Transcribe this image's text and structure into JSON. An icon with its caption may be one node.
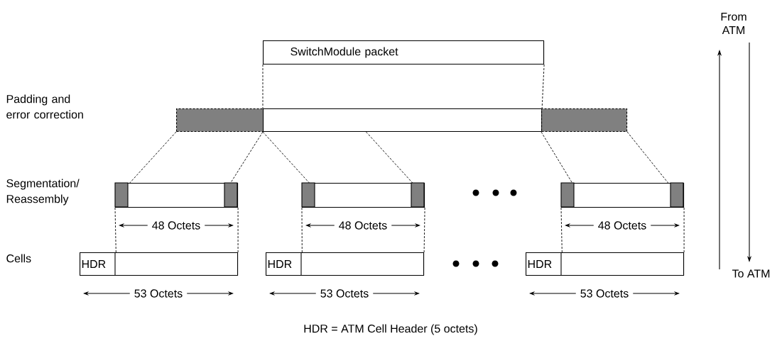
{
  "diagram": {
    "nodes": [
      {
        "text": [
          "SwitchModule packet"
        ]
      },
      {
        "text": [],
        "shape": "box"
      },
      {
        "text": [],
        "shape": "box"
      },
      {
        "text": [],
        "shape": "box"
      },
      {
        "text": [],
        "shape": "box"
      },
      {
        "text": [],
        "shape": "box"
      },
      {
        "text": [],
        "shape": "box"
      },
      {
        "text": [
          "HDR"
        ]
      },
      {
        "text": [
          "HDR"
        ]
      },
      {
        "text": [
          "HDR"
        ]
      }
    ],
    "edges": [
      {
        "from": 0,
        "to": 2,
        "arrow": "none",
        "style": "dashed"
      },
      {
        "from": 0,
        "to": 2,
        "arrow": "none",
        "style": "dashed"
      },
      {
        "from": 1,
        "to": 4,
        "arrow": "none",
        "style": "dashed"
      },
      {
        "from": 2,
        "to": 4,
        "arrow": "none",
        "style": "dashed"
      },
      {
        "from": 2,
        "to": 5,
        "arrow": "none",
        "style": "dashed"
      },
      {
        "from": 2,
        "to": 5,
        "arrow": "none",
        "style": "dashed"
      },
      {
        "from": 3,
        "to": 6,
        "arrow": "none",
        "style": "dashed"
      },
      {
        "from": 3,
        "to": 6,
        "arrow": "none",
        "style": "dashed"
      },
      {
        "from": 4,
        "to": 7,
        "arrow": "none",
        "style": "dashed"
      },
      {
        "from": 4,
        "to": 7,
        "arrow": "none",
        "style": "dashed"
      },
      {
        "from": 5,
        "to": 8,
        "arrow": "none",
        "style": "dashed"
      },
      {
        "from": 5,
        "to": 8,
        "arrow": "none",
        "style": "dashed"
      },
      {
        "from": 6,
        "to": 9,
        "arrow": "none",
        "style": "dashed"
      },
      {
        "from": 6,
        "to": 9,
        "arrow": "none",
        "style": "dashed"
      }
    ],
    "labels": [
      "From ATM",
      "Padding and error correction",
      "Segmentation/ Reassembly",
      "48 Octets",
      "48 Octets",
      "48 Octets",
      "Cells",
      "To ATM",
      "53 Octets",
      "53 Octets",
      "53 Octets",
      "HDR = ATM Cell Header (5 octets)"
    ]
  }
}
